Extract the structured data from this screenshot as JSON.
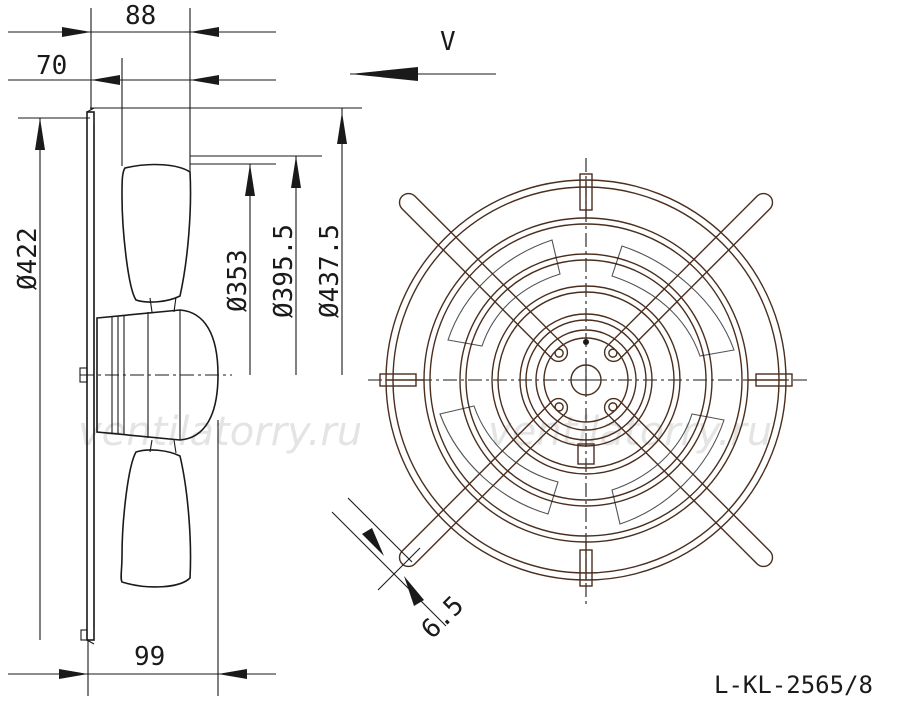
{
  "dimensions": {
    "top_88": "88",
    "top_70": "70",
    "view_v": "V",
    "dia_422": "Ø422",
    "dia_353": "Ø353",
    "dia_395": "Ø395.5",
    "dia_437": "Ø437.5",
    "bottom_99": "99",
    "bar_6_5": "6.5"
  },
  "watermark": "ventilatorry.ru",
  "model_code": "L-KL-2565/8",
  "colors": {
    "line": "#1a1a1a",
    "guard": "#4a2e1e",
    "watermark": "#cfcfcf"
  }
}
